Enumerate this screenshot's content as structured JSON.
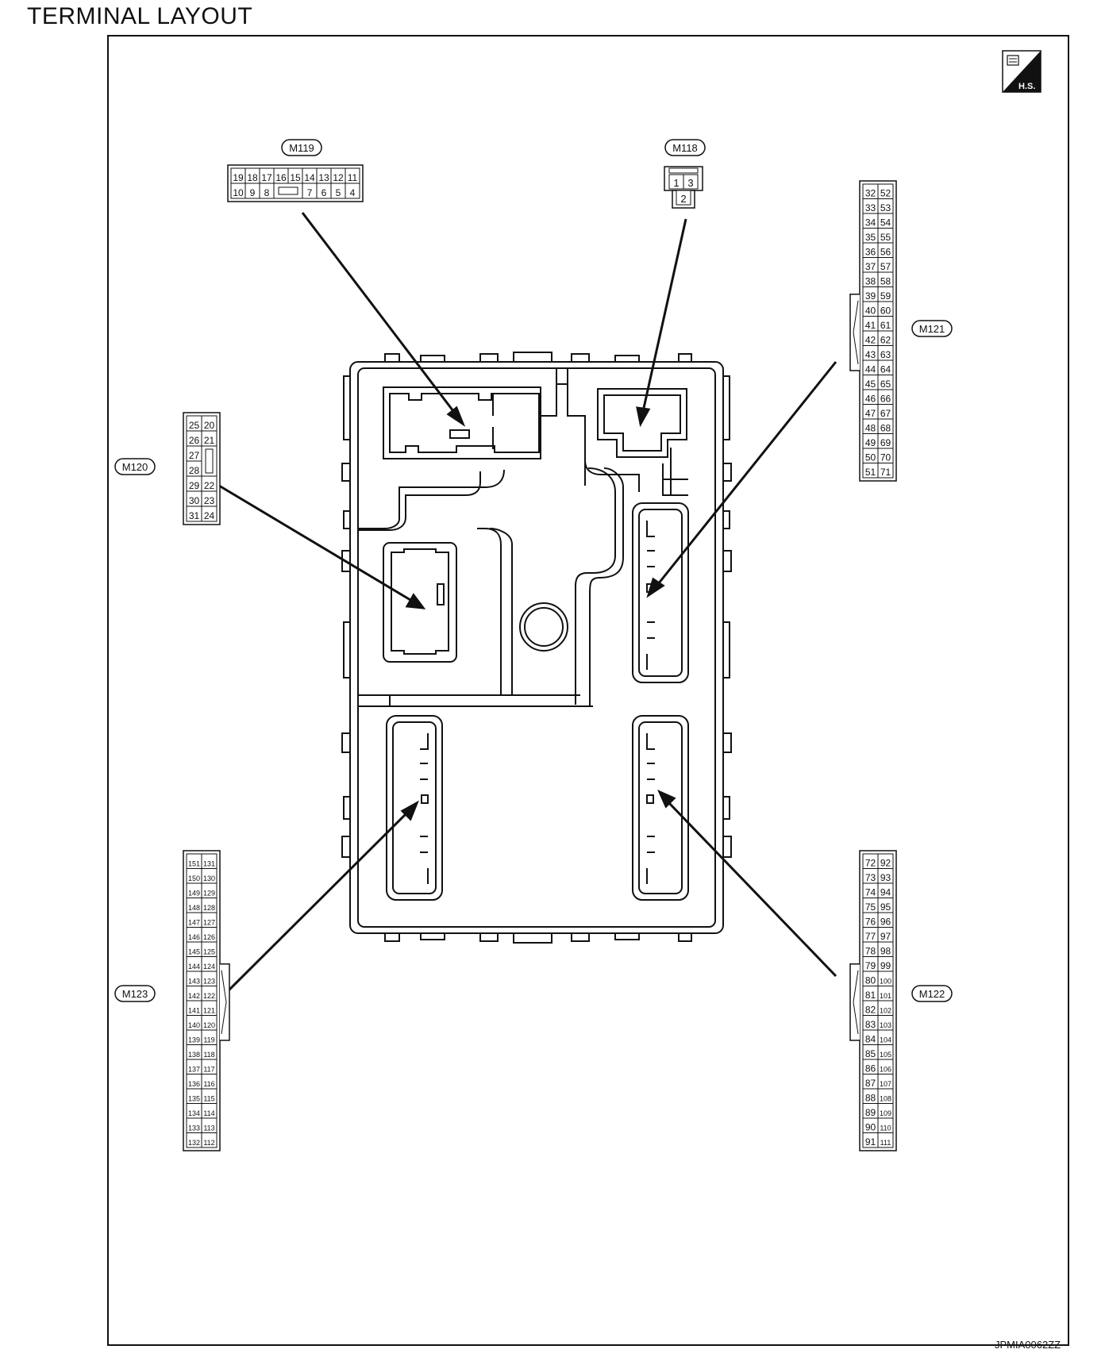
{
  "title": "TERMINAL LAYOUT",
  "diagram_code": "JPMIA0062ZZ",
  "hs_badge": "H.S.",
  "connectors": {
    "M118": {
      "label": "M118",
      "rows": [
        [
          "1",
          "3"
        ],
        [
          "2"
        ]
      ]
    },
    "M119": {
      "label": "M119",
      "top": [
        "19",
        "18",
        "17",
        "16",
        "15",
        "14",
        "13",
        "12",
        "11"
      ],
      "bottom": [
        "10",
        "9",
        "8",
        "",
        "7",
        "6",
        "5",
        "4"
      ]
    },
    "M120": {
      "label": "M120",
      "left": [
        "25",
        "26",
        "27",
        "28",
        "29",
        "30",
        "31"
      ],
      "right": [
        "20",
        "21",
        "",
        "",
        "22",
        "23",
        "24"
      ]
    },
    "M121": {
      "label": "M121",
      "left": [
        "32",
        "33",
        "34",
        "35",
        "36",
        "37",
        "38",
        "39",
        "40",
        "41",
        "42",
        "43",
        "44",
        "45",
        "46",
        "47",
        "48",
        "49",
        "50",
        "51"
      ],
      "right": [
        "52",
        "53",
        "54",
        "55",
        "56",
        "57",
        "58",
        "59",
        "60",
        "61",
        "62",
        "63",
        "64",
        "65",
        "66",
        "67",
        "68",
        "69",
        "70",
        "71"
      ]
    },
    "M122": {
      "label": "M122",
      "left": [
        "72",
        "73",
        "74",
        "75",
        "76",
        "77",
        "78",
        "79",
        "80",
        "81",
        "82",
        "83",
        "84",
        "85",
        "86",
        "87",
        "88",
        "89",
        "90",
        "91"
      ],
      "right": [
        "92",
        "93",
        "94",
        "95",
        "96",
        "97",
        "98",
        "99",
        "100",
        "101",
        "102",
        "103",
        "104",
        "105",
        "106",
        "107",
        "108",
        "109",
        "110",
        "111"
      ]
    },
    "M123": {
      "label": "M123",
      "left": [
        "151",
        "150",
        "149",
        "148",
        "147",
        "146",
        "145",
        "144",
        "143",
        "142",
        "141",
        "140",
        "139",
        "138",
        "137",
        "136",
        "135",
        "134",
        "133",
        "132"
      ],
      "right": [
        "131",
        "130",
        "129",
        "128",
        "127",
        "126",
        "125",
        "124",
        "123",
        "122",
        "121",
        "120",
        "119",
        "118",
        "117",
        "116",
        "115",
        "114",
        "113",
        "112"
      ]
    }
  }
}
